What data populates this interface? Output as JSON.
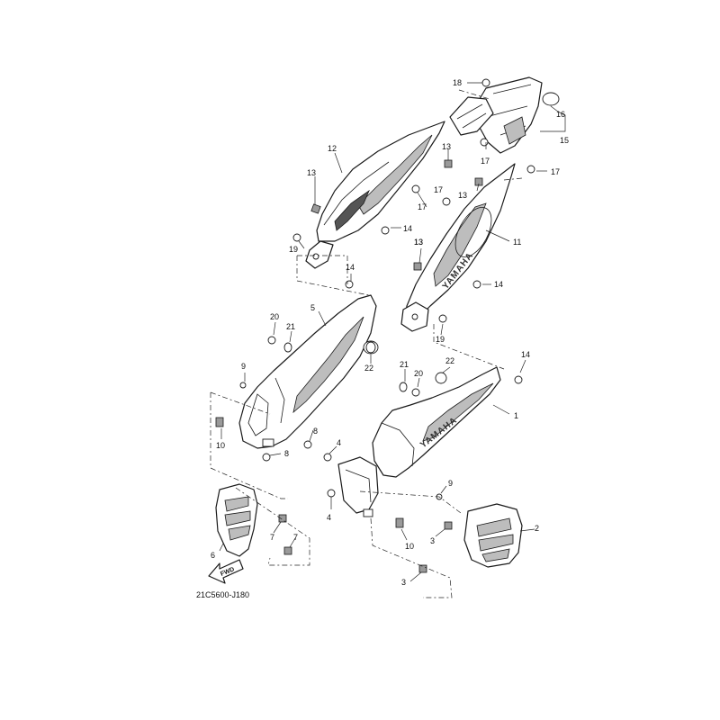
{
  "diagram": {
    "code": "21C5600-J180",
    "brand_text": "YAMAHA",
    "fwd_text": "FWD",
    "labels": [
      "18",
      "16",
      "15",
      "12",
      "13",
      "17",
      "17",
      "13",
      "17",
      "13",
      "17",
      "13",
      "14",
      "11",
      "19",
      "13",
      "14",
      "14",
      "5",
      "20",
      "21",
      "22",
      "19",
      "14",
      "9",
      "21",
      "20",
      "22",
      "1",
      "10",
      "8",
      "8",
      "4",
      "9",
      "4",
      "2",
      "3",
      "10",
      "7",
      "7",
      "6",
      "3"
    ]
  }
}
